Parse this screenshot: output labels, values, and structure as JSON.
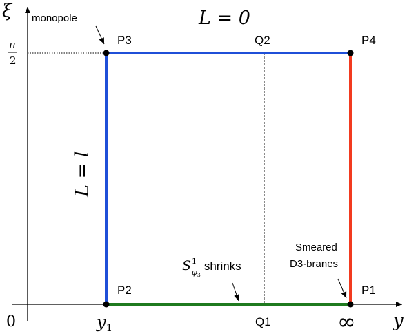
{
  "axes": {
    "y_axis_label": "ξ",
    "x_axis_label": "y",
    "origin_label": "0",
    "x_tick_y1_base": "y",
    "x_tick_y1_sub": "1",
    "x_tick_inf": "∞",
    "y_tick_pi_over_2": {
      "num": "π",
      "den": "2"
    }
  },
  "edges": {
    "top_label": "L = 0",
    "left_label": "L = l",
    "colors": {
      "top": "#1f4fd8",
      "left": "#1f4fd8",
      "right": "#f23a1f",
      "bottom": "#1f7a1f"
    }
  },
  "points": {
    "p1": "P1",
    "p2": "P2",
    "p3": "P3",
    "p4": "P4",
    "q1": "Q1",
    "q2": "Q2"
  },
  "annotations": {
    "monopole": "monopole",
    "smeared_line1": "Smeared",
    "smeared_line2": "D3-branes",
    "shrinks_S": "S",
    "shrinks_sup": "1",
    "shrinks_sub_phi": "φ",
    "shrinks_sub_3": "3",
    "shrinks_text": "shrinks"
  }
}
